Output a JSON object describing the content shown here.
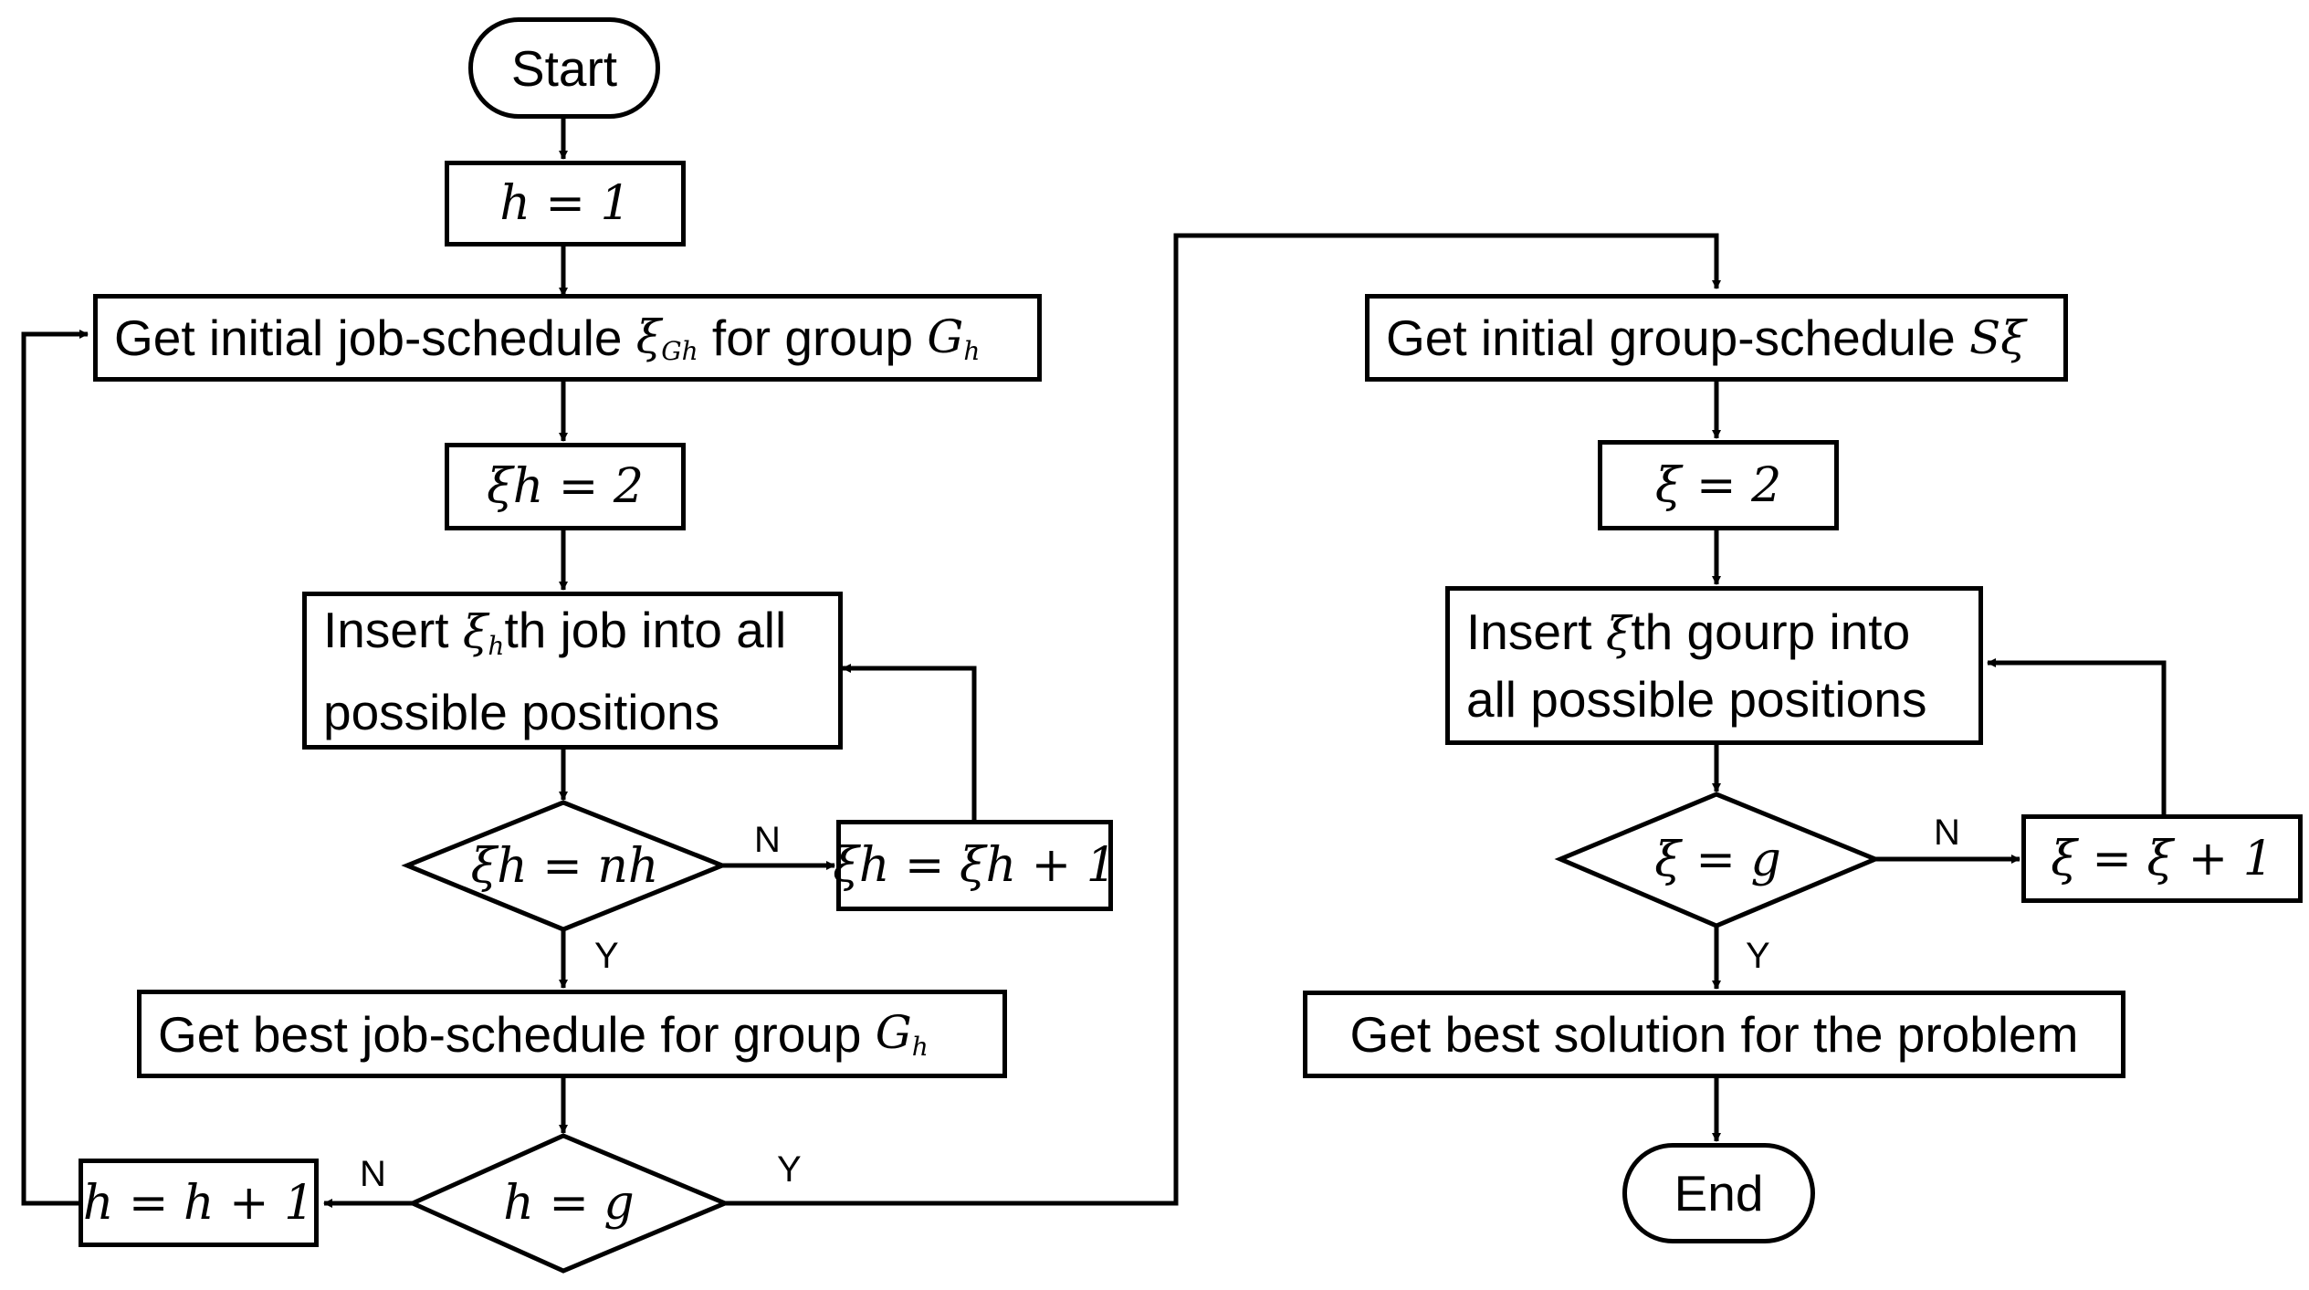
{
  "flowchart": {
    "start": "Start",
    "end": "End",
    "left": {
      "h_init": "h = 1",
      "get_initial_prefix": "Get initial job-schedule ",
      "get_initial_xi": "ξ",
      "get_initial_xi_sub": "Gh",
      "get_initial_for": " for group ",
      "get_initial_G": "G",
      "get_initial_G_sub": "h",
      "xi_h_init": "ξh = 2",
      "insert_prefix": "Insert ",
      "insert_xi": "ξ",
      "insert_xi_sub": "h",
      "insert_suffix_line1": "th job into all",
      "insert_line2": "possible positions",
      "decision_xi": "ξh = nh",
      "increment_xi": "ξh = ξh + 1",
      "get_best_prefix": "Get best job-schedule for group ",
      "get_best_G": "G",
      "get_best_G_sub": "h",
      "decision_h": "h = g",
      "increment_h": "h = h + 1"
    },
    "right": {
      "get_initial_group_prefix": "Get initial group-schedule ",
      "get_initial_group_S": "Sξ",
      "xi_init": "ξ = 2",
      "insert_prefix": "Insert ",
      "insert_xi": "ξ",
      "insert_suffix_line1": "th gourp into",
      "insert_line2": "all possible positions",
      "decision_xi": "ξ = g",
      "increment_xi": "ξ = ξ + 1",
      "get_best_solution": "Get best solution for the problem"
    },
    "labels": {
      "n": "N",
      "y": "Y"
    }
  }
}
